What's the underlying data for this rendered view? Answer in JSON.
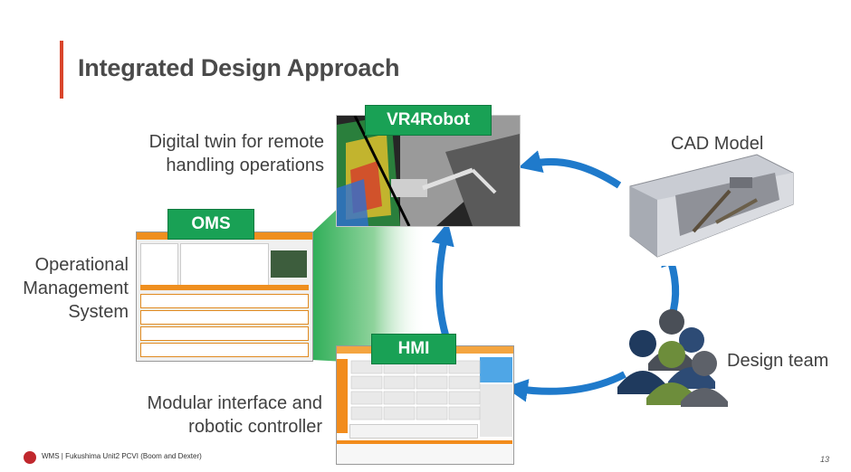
{
  "title": "Integrated Design Approach",
  "labels": {
    "vr_desc_line1": "Digital twin for remote",
    "vr_desc_line2": "handling operations",
    "cad": "CAD Model",
    "oms_desc_line1": "Operational",
    "oms_desc_line2": "Management",
    "oms_desc_line3": "System",
    "hmi_desc_line1": "Modular interface and",
    "hmi_desc_line2": "robotic controller",
    "team": "Design team"
  },
  "tags": {
    "vr": "VR4Robot",
    "oms": "OMS",
    "hmi": "HMI"
  },
  "footer": {
    "text": "WMS | Fukushima Unit2 PCVI (Boom and Dexter)",
    "page": "13"
  },
  "colors": {
    "accent_bar": "#d9452b",
    "tag_green": "#19a155",
    "arrow_blue": "#1f7acb",
    "orange": "#ef8f1f"
  }
}
